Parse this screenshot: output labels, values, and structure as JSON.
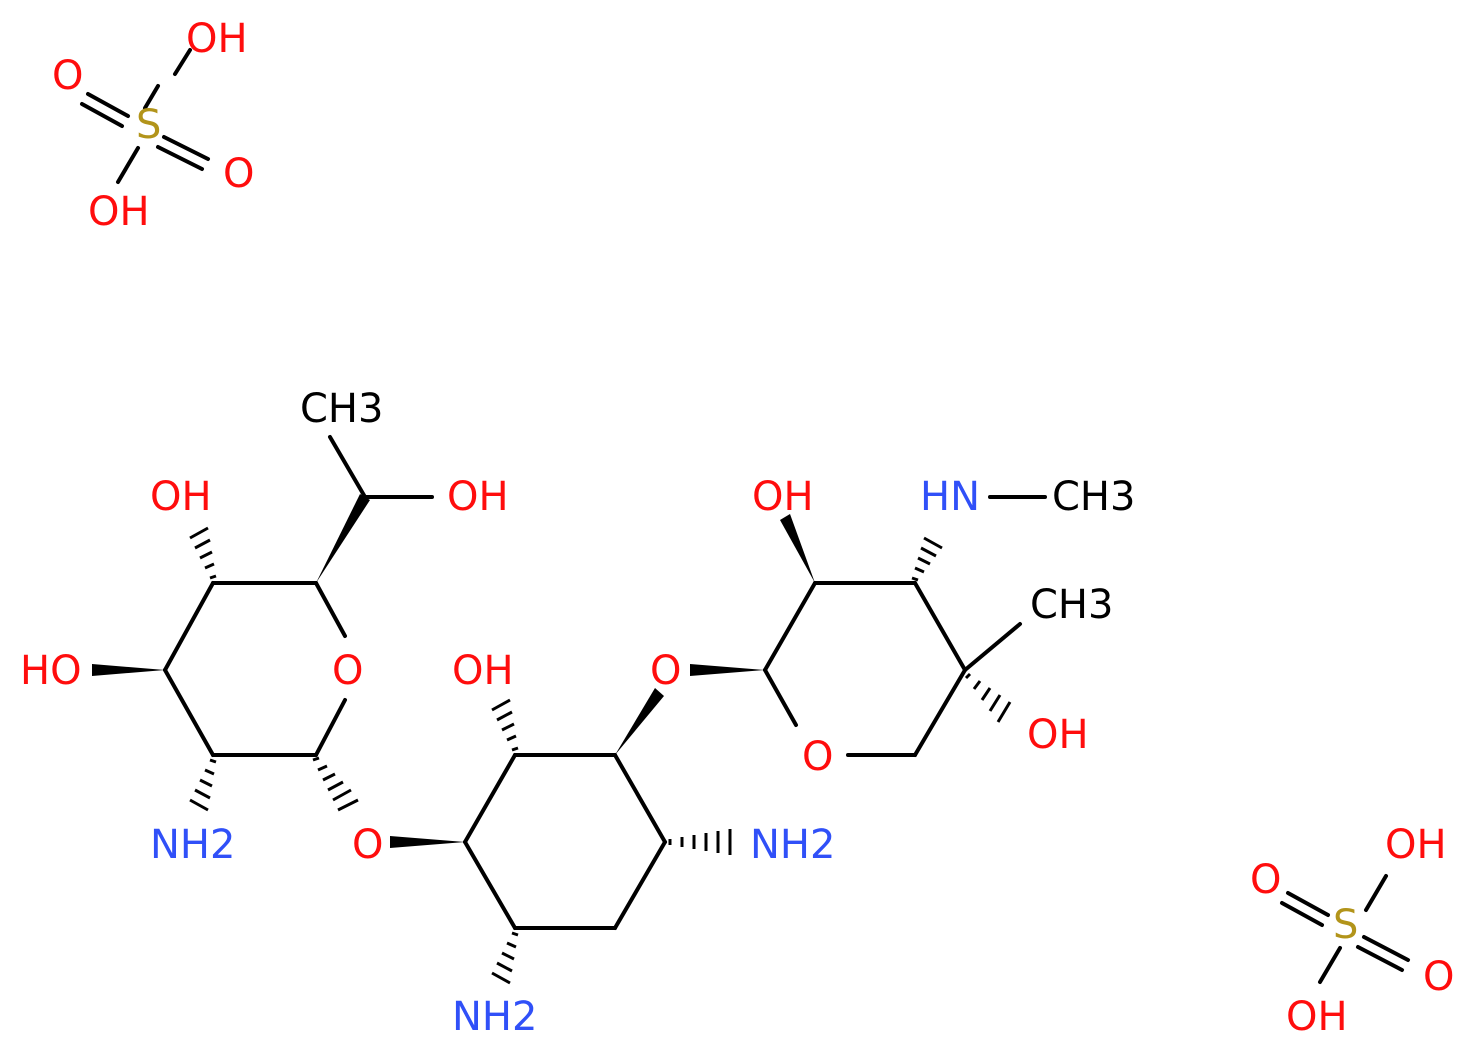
{
  "colors": {
    "oxygen": "#ff0d0d",
    "nitrogen": "#3050f8",
    "sulfur": "#b2941a",
    "carbon": "#000000",
    "background": "#ffffff"
  },
  "sulfate_1": {
    "oh_top": "OH",
    "o_left": "O",
    "s": "S",
    "o_right": "O",
    "oh_bottom": "OH"
  },
  "sulfate_2": {
    "oh_top": "OH",
    "o_left": "O",
    "s": "S",
    "o_right": "O",
    "oh_bottom": "OH"
  },
  "sugar_left": {
    "ch3": "CH3",
    "side_oh": "OH",
    "oh_top": "OH",
    "oh_left": "HO",
    "ring_o": "O",
    "nh2": "NH2",
    "glyco_o": "O"
  },
  "cyclohexane": {
    "oh": "OH",
    "nh2_right": "NH2",
    "nh2_bottom": "NH2",
    "glyco_o": "O"
  },
  "sugar_right": {
    "oh_top": "OH",
    "nh": "HN",
    "n_methyl": "CH3",
    "c_methyl": "CH3",
    "oh_right": "OH",
    "ring_o": "O"
  }
}
